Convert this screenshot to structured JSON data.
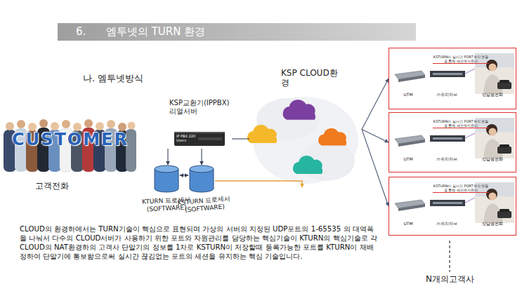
{
  "diagram": {
    "title": "6.      엠투넷의 TURN 환경",
    "caption": "CLOUD의 환경하에서는 TURN기술이 핵심으로 표현되며 가상의 서버의 지정된 UDP포트의 1-65535 의 대역폭을 나눠서 다수의 CLOUD서버가 사용하기 위한 포트와 자원관리를 담당하는 핵심기술이 KTURN의 핵심기술로 각 CLOUD의 NAT환경하의 고객사 단말기의 정보를 1차로 KSTURN이 저장할때 등록가능한 포트를 KTURN이 재배정하여 단말기에 통보함으로써 실시간 끊김없는 포트의 세션을 유지하는 핵심 기술입니다.",
    "nodes": [
      {
        "text": [
          "CUSTOMER",
          "고객전화"
        ]
      },
      {
        "text": [
          "KSP교환기(IPPBX) 리얼서버",
          "IP PBX 220 Users"
        ]
      },
      {
        "text": [
          "KTURN 프로세서 (SOFTWARE)"
        ]
      },
      {
        "text": [
          "KSTURN 프로세서 (SOFTWARE)"
        ]
      },
      {
        "text": [
          "KSP CLOUD환경"
        ]
      },
      {
        "text": [
          "KSTURN이 실시간 PORT유지 연결을 통해 세션유지관리",
          "UTM",
          "스위치허브",
          "상담원전화"
        ]
      },
      {
        "text": [
          "KSTURN이 실시간 PORT유지 연결을 통해 세션유지관리",
          "UTM",
          "스위치허브",
          "상담원전화"
        ]
      },
      {
        "text": [
          "KSTURN이 실시간 PORT유지 연결을 통해 세션유지관리",
          "UTM",
          "스위치허브",
          "상담원전화"
        ]
      }
    ],
    "edges": [
      {
        "from": 1,
        "to": 2,
        "arrow": "to"
      },
      {
        "from": 1,
        "to": 3,
        "arrow": "to"
      },
      {
        "from": 2,
        "to": 3,
        "arrow": "both"
      },
      {
        "from": 1,
        "to": 4,
        "arrow": "none"
      },
      {
        "from": 3,
        "to": 4,
        "arrow": "to"
      },
      {
        "from": 4,
        "to": 5,
        "arrow": "to"
      },
      {
        "from": 4,
        "to": 6,
        "arrow": "to"
      },
      {
        "from": 4,
        "to": 7,
        "arrow": "to"
      }
    ],
    "labels": [
      "나. 엠투넷방식",
      "N개의고객사"
    ]
  }
}
